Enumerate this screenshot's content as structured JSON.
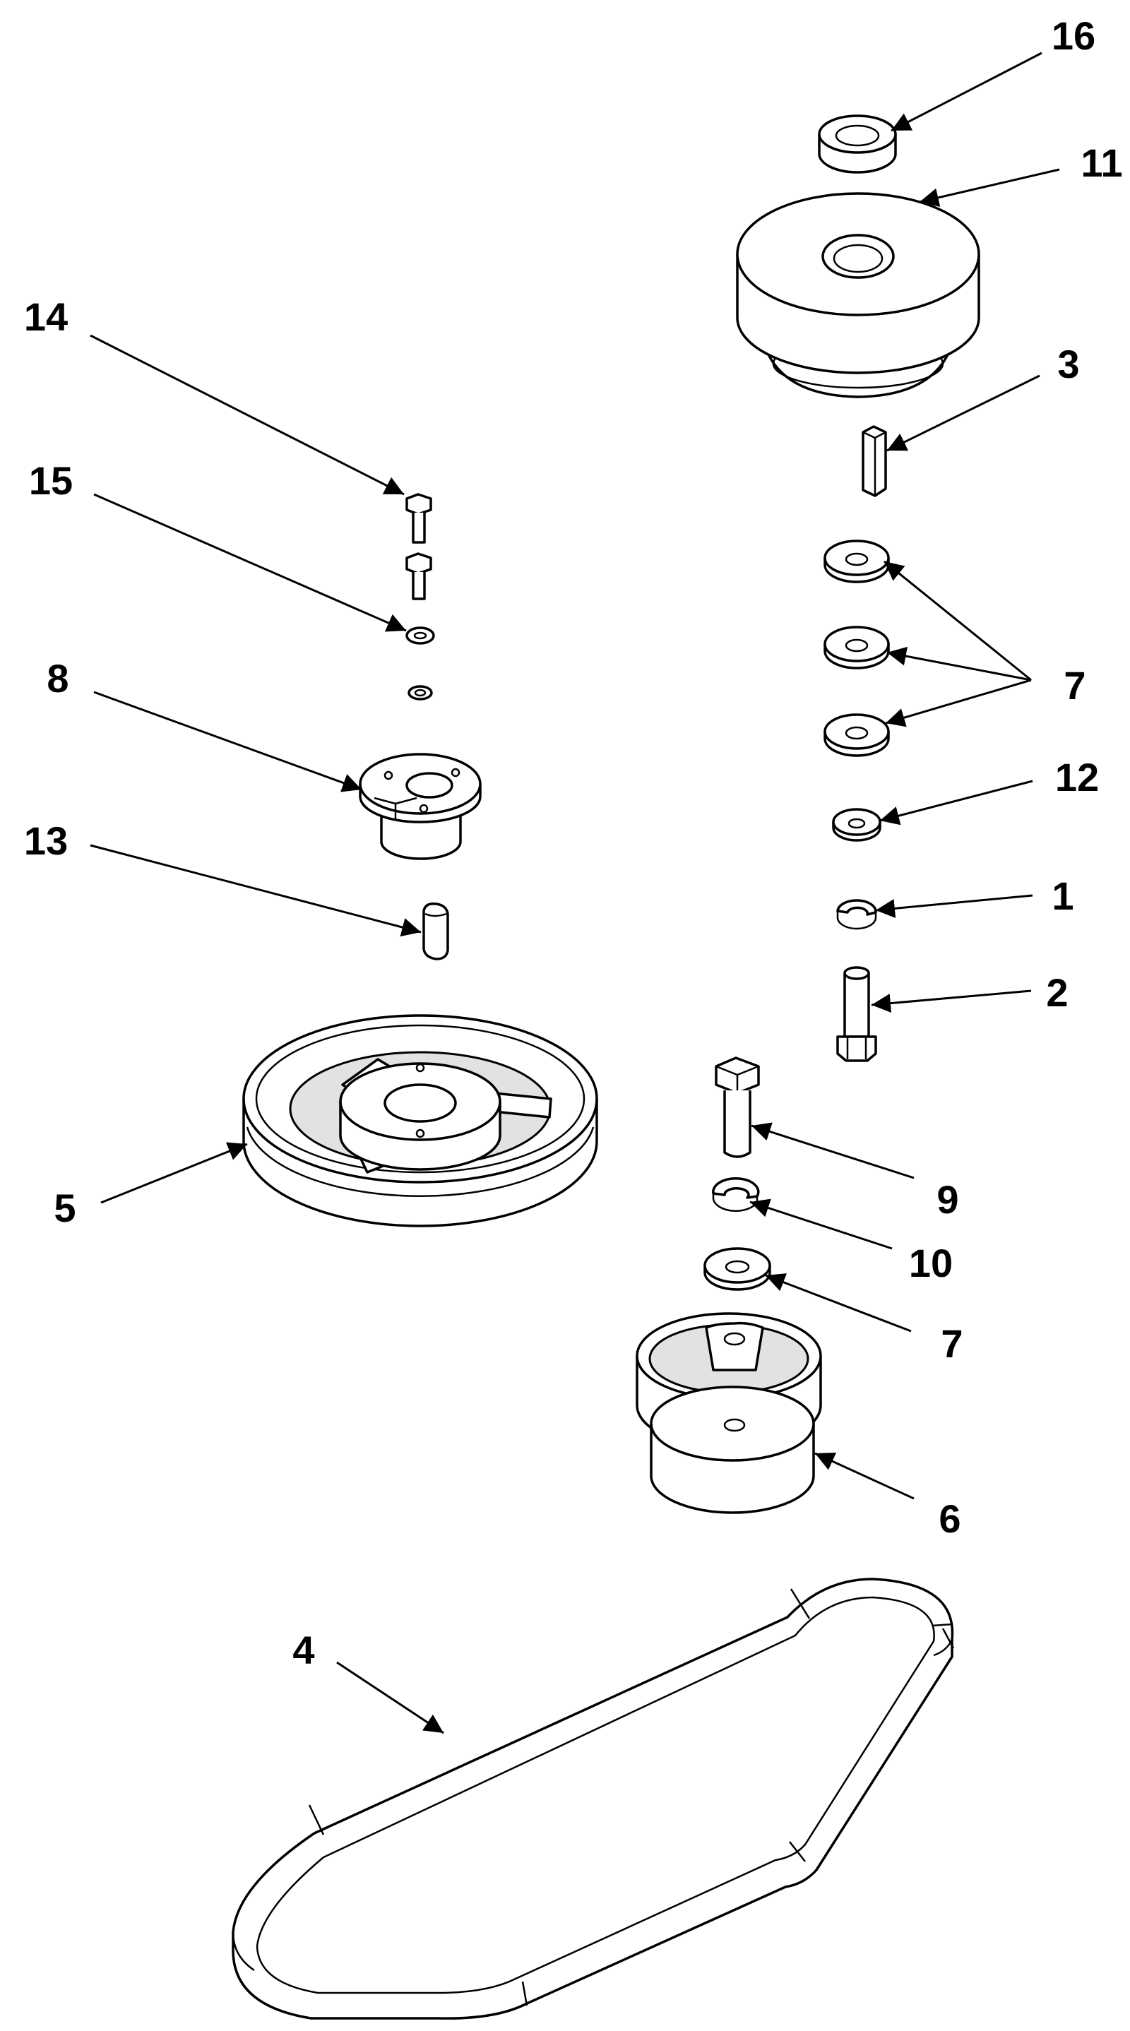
{
  "callouts": [
    {
      "id": "16",
      "text": "16"
    },
    {
      "id": "11",
      "text": "11"
    },
    {
      "id": "14",
      "text": "14"
    },
    {
      "id": "3",
      "text": "3"
    },
    {
      "id": "15",
      "text": "15"
    },
    {
      "id": "8",
      "text": "8"
    },
    {
      "id": "7a",
      "text": "7"
    },
    {
      "id": "12",
      "text": "12"
    },
    {
      "id": "13",
      "text": "13"
    },
    {
      "id": "1",
      "text": "1"
    },
    {
      "id": "2",
      "text": "2"
    },
    {
      "id": "5",
      "text": "5"
    },
    {
      "id": "9",
      "text": "9"
    },
    {
      "id": "10",
      "text": "10"
    },
    {
      "id": "7b",
      "text": "7"
    },
    {
      "id": "6",
      "text": "6"
    },
    {
      "id": "4",
      "text": "4"
    }
  ]
}
